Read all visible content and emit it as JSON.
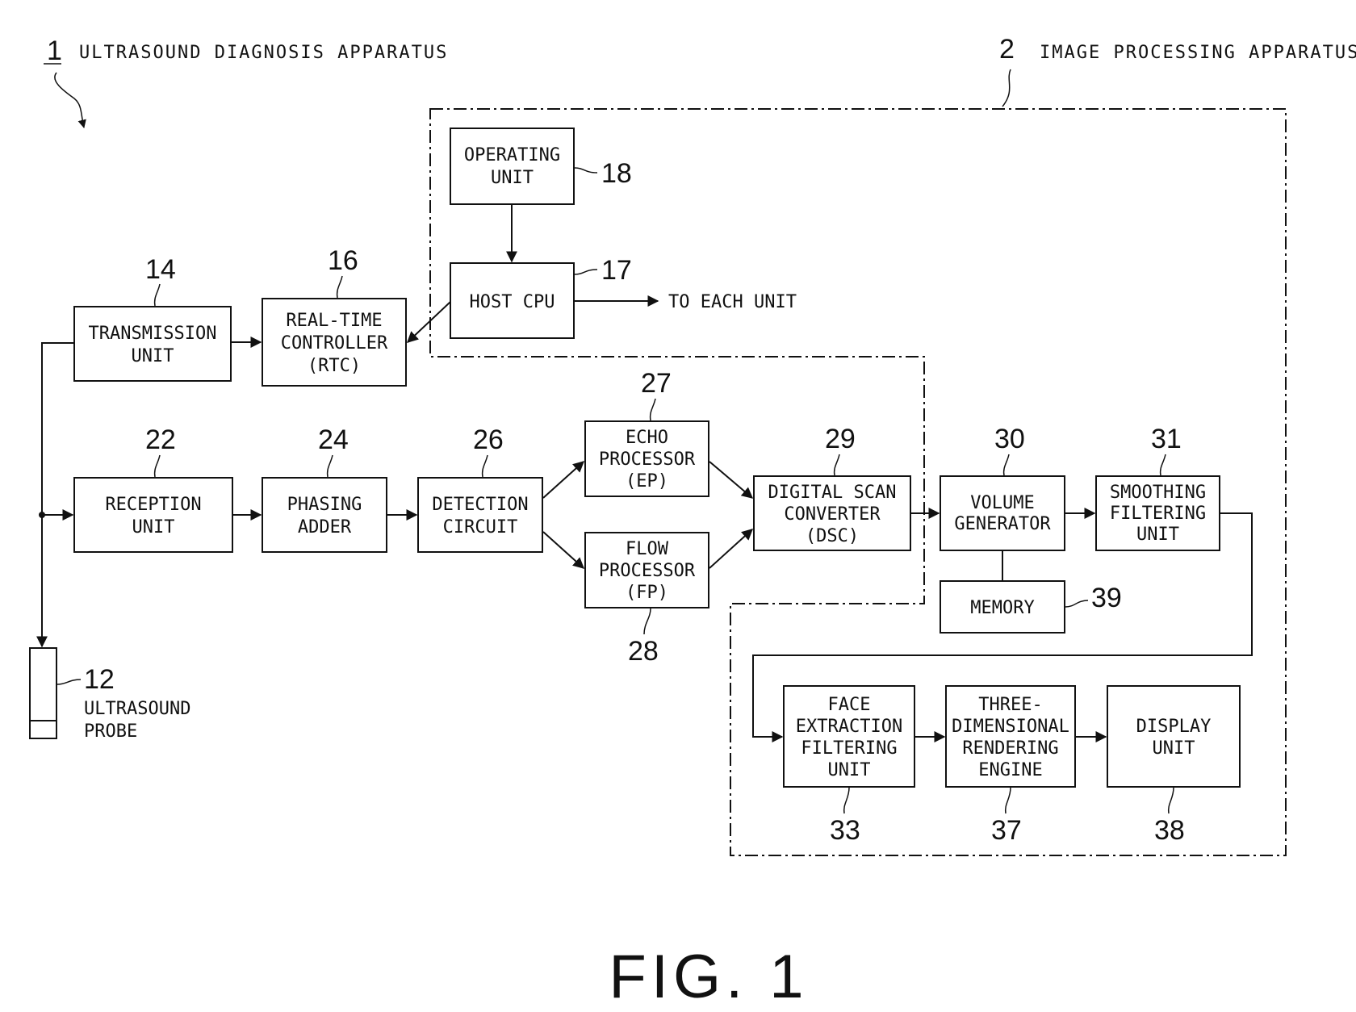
{
  "header": {
    "apparatus_num": "1",
    "apparatus_label": "ULTRASOUND DIAGNOSIS APPARATUS",
    "image_proc_num": "2",
    "image_proc_label": "IMAGE PROCESSING APPARATUS"
  },
  "blocks": {
    "operating": {
      "num": "18",
      "lines": [
        "OPERATING",
        "UNIT"
      ]
    },
    "hostcpu": {
      "num": "17",
      "lines": [
        "HOST CPU"
      ]
    },
    "transmission": {
      "num": "14",
      "lines": [
        "TRANSMISSION",
        "UNIT"
      ]
    },
    "rtc": {
      "num": "16",
      "lines": [
        "REAL-TIME",
        "CONTROLLER",
        "(RTC)"
      ]
    },
    "reception": {
      "num": "22",
      "lines": [
        "RECEPTION",
        "UNIT"
      ]
    },
    "phasing": {
      "num": "24",
      "lines": [
        "PHASING",
        "ADDER"
      ]
    },
    "detection": {
      "num": "26",
      "lines": [
        "DETECTION",
        "CIRCUIT"
      ]
    },
    "echo": {
      "num": "27",
      "lines": [
        "ECHO",
        "PROCESSOR",
        "(EP)"
      ]
    },
    "flow": {
      "num": "28",
      "lines": [
        "FLOW",
        "PROCESSOR",
        "(FP)"
      ]
    },
    "dsc": {
      "num": "29",
      "lines": [
        "DIGITAL SCAN",
        "CONVERTER",
        "(DSC)"
      ]
    },
    "volume": {
      "num": "30",
      "lines": [
        "VOLUME",
        "GENERATOR"
      ]
    },
    "smoothing": {
      "num": "31",
      "lines": [
        "SMOOTHING",
        "FILTERING",
        "UNIT"
      ]
    },
    "memory": {
      "num": "39",
      "lines": [
        "MEMORY"
      ]
    },
    "face": {
      "num": "33",
      "lines": [
        "FACE",
        "EXTRACTION",
        "FILTERING",
        "UNIT"
      ]
    },
    "render": {
      "num": "37",
      "lines": [
        "THREE-",
        "DIMENSIONAL",
        "RENDERING",
        "ENGINE"
      ]
    },
    "display": {
      "num": "38",
      "lines": [
        "DISPLAY",
        "UNIT"
      ]
    }
  },
  "probe": {
    "num": "12",
    "lines": [
      "ULTRASOUND",
      "PROBE"
    ]
  },
  "to_each_unit": "TO EACH UNIT",
  "figure_caption": "FIG. 1"
}
